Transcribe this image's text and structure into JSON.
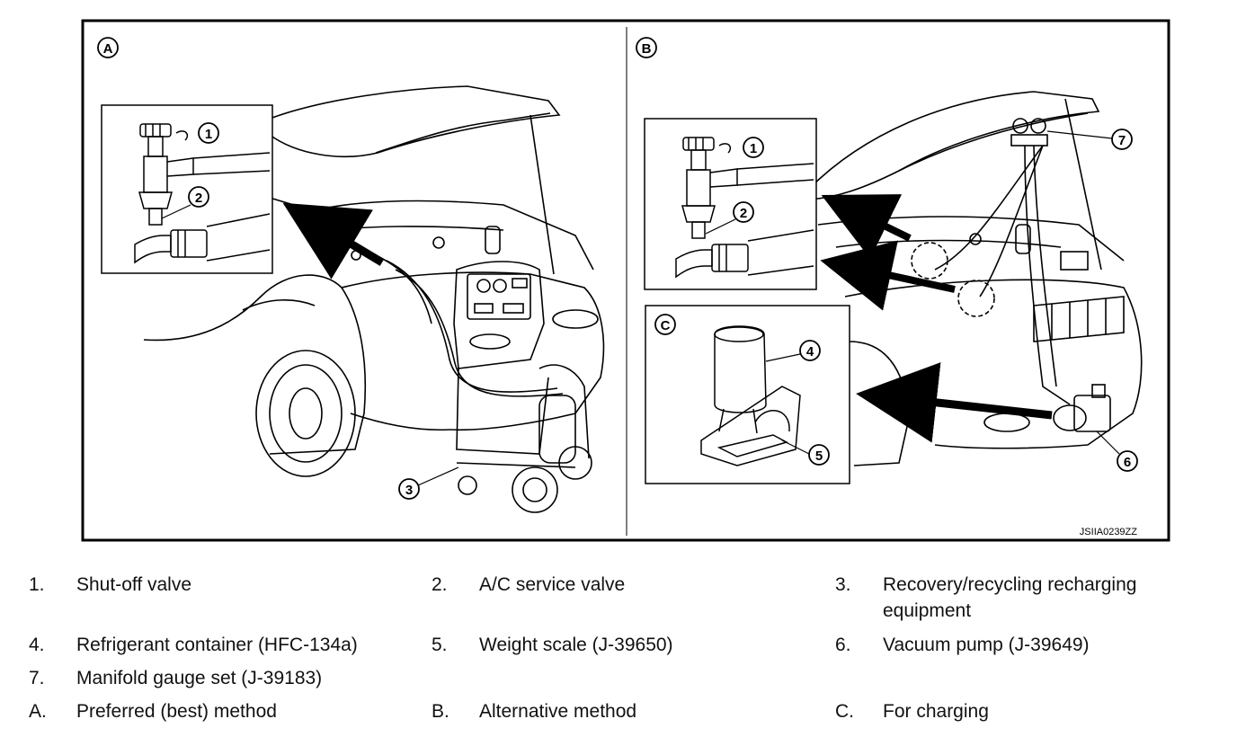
{
  "figure": {
    "panel_labels": [
      "A",
      "B",
      "C"
    ],
    "callouts": [
      "1",
      "2",
      "3",
      "4",
      "5",
      "6",
      "7"
    ],
    "figure_code": "JSIIA0239ZZ"
  },
  "legend": {
    "items": [
      {
        "num": "1.",
        "text": "Shut-off valve"
      },
      {
        "num": "2.",
        "text": "A/C service valve"
      },
      {
        "num": "3.",
        "text": "Recovery/recycling recharging",
        "text2": "equipment"
      },
      {
        "num": "4.",
        "text": "Refrigerant container (HFC-134a)"
      },
      {
        "num": "5.",
        "text": "Weight scale (J-39650)"
      },
      {
        "num": "6.",
        "text": "Vacuum pump (J-39649)"
      },
      {
        "num": "7.",
        "text": "Manifold gauge set (J-39183)"
      },
      {
        "num": "A.",
        "text": "Preferred (best) method"
      },
      {
        "num": "B.",
        "text": "Alternative method"
      },
      {
        "num": "C.",
        "text": "For charging"
      }
    ]
  }
}
